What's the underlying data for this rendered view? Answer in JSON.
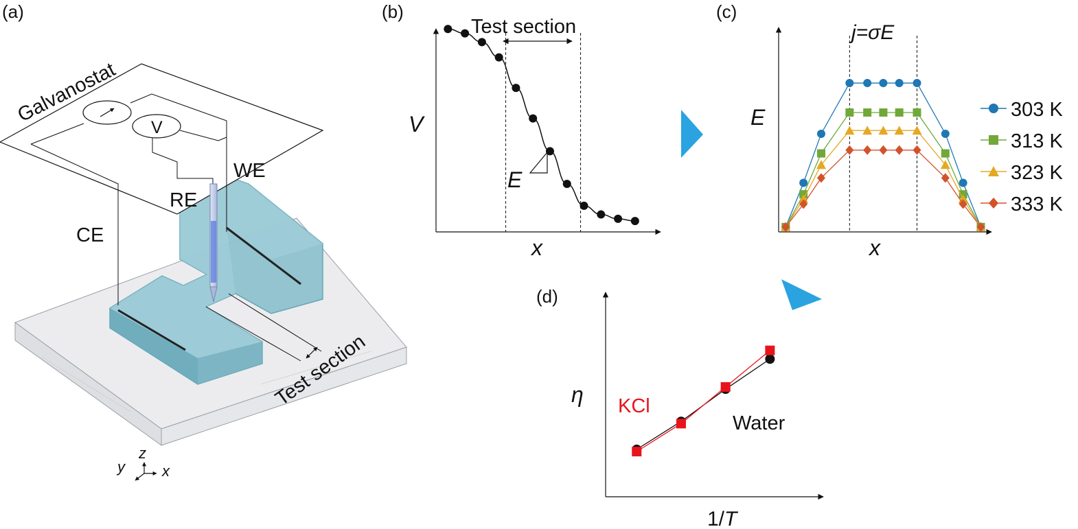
{
  "panels": {
    "a": {
      "label": "(a)",
      "galvanostat": "Galvanostat",
      "voltmeter_symbol": "V",
      "electrodes": {
        "we": "WE",
        "re": "RE",
        "ce": "CE"
      },
      "test_section": "Test section",
      "axes": {
        "z": "z",
        "y": "y",
        "x": "x"
      }
    },
    "b": {
      "label": "(b)",
      "test_section": "Test section",
      "slope_label": "E"
    },
    "c": {
      "label": "(c)",
      "equation": "j=σE"
    },
    "d": {
      "label": "(d)",
      "kcl_label": "KCl",
      "water_label": "Water",
      "xlabel_prefix": "1/",
      "xlabel_var": "T"
    }
  },
  "colors": {
    "channel_fill": "#7fb9c6",
    "arrow_blue": "#2aa3e0",
    "kcl_red": "#e8141c"
  },
  "chart_data": [
    {
      "id": "b",
      "type": "line",
      "title": "",
      "xlabel": "x",
      "ylabel": "V",
      "x": [
        1,
        2,
        3,
        4,
        5,
        6,
        7,
        8,
        9,
        10,
        11,
        12
      ],
      "series": [
        {
          "values": [
            0.93,
            0.91,
            0.87,
            0.8,
            0.66,
            0.52,
            0.37,
            0.22,
            0.12,
            0.08,
            0.06,
            0.05
          ],
          "color": "#111111",
          "marker": "circle"
        }
      ],
      "xlim": [
        0.3,
        13.5
      ],
      "ylim": [
        0,
        1.0
      ],
      "dividers_x": [
        4.4,
        8.8
      ],
      "grid": false,
      "ticks": false
    },
    {
      "id": "c",
      "type": "line",
      "title": "",
      "xlabel": "x",
      "ylabel": "E",
      "x": [
        1,
        2,
        3,
        4,
        5,
        6,
        7,
        8,
        9,
        10,
        11,
        12,
        13
      ],
      "series": [
        {
          "name": "303 K",
          "color": "#1f77b4",
          "marker": "circle",
          "values": [
            0.03,
            0.3,
            0.6,
            0.91,
            0.91,
            0.91,
            0.91,
            0.91,
            0.6,
            0.3,
            0.03
          ]
        },
        {
          "name": "313 K",
          "color": "#70a83a",
          "marker": "square",
          "values": [
            0.03,
            0.23,
            0.48,
            0.73,
            0.73,
            0.73,
            0.73,
            0.73,
            0.48,
            0.23,
            0.03
          ]
        },
        {
          "name": "323 K",
          "color": "#e5a823",
          "marker": "triangle",
          "values": [
            0.03,
            0.2,
            0.41,
            0.62,
            0.62,
            0.62,
            0.62,
            0.62,
            0.41,
            0.2,
            0.03
          ]
        },
        {
          "name": "333 K",
          "color": "#d2522a",
          "marker": "diamond",
          "values": [
            0.03,
            0.17,
            0.33,
            0.5,
            0.5,
            0.5,
            0.5,
            0.5,
            0.33,
            0.17,
            0.03
          ]
        }
      ],
      "x_points": [
        1,
        2,
        3,
        4.6,
        5.6,
        6.5,
        7.4,
        8.4,
        10,
        11,
        12
      ],
      "xlim": [
        0.6,
        12.6
      ],
      "ylim": [
        0,
        1.25
      ],
      "dividers_x": [
        4.6,
        8.4
      ],
      "legend": "right",
      "grid": false,
      "ticks": false
    },
    {
      "id": "d",
      "type": "line",
      "title": "",
      "xlabel": "1/T",
      "ylabel": "η",
      "series": [
        {
          "name": "Water",
          "color": "#111111",
          "marker": "circle",
          "x": [
            1,
            2,
            3,
            4
          ],
          "values": [
            0.22,
            0.35,
            0.5,
            0.64
          ]
        },
        {
          "name": "KCl",
          "color": "#e8141c",
          "marker": "square",
          "x": [
            1,
            2,
            3,
            4
          ],
          "values": [
            0.21,
            0.34,
            0.51,
            0.68
          ]
        }
      ],
      "xlim": [
        0.3,
        5.2
      ],
      "ylim": [
        0,
        0.95
      ],
      "grid": false,
      "ticks": false
    }
  ]
}
